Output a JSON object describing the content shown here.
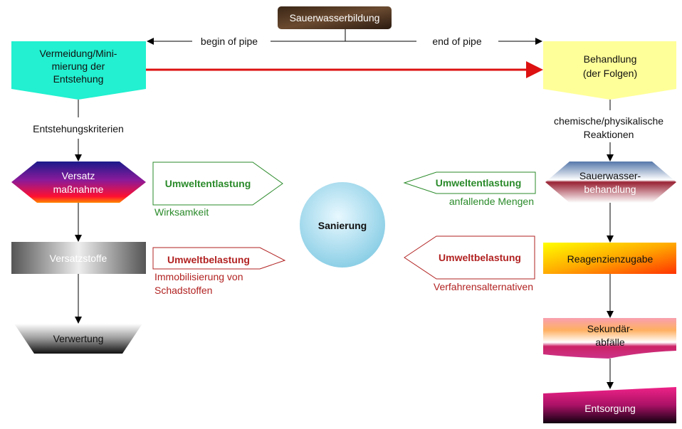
{
  "top": {
    "title": "Sauerwasserbildung",
    "begin": "begin of pipe",
    "end": "end of pipe"
  },
  "left": {
    "head": [
      "Vermeidung/Mini-",
      "mierung der",
      "Entstehung"
    ],
    "criteria": "Entstehungskriterien",
    "step1": [
      "Versatz",
      "maßnahme"
    ],
    "step2": "Versatzstoffe",
    "step3": "Verwertung"
  },
  "center": {
    "relief_left": "Umweltentlastung",
    "relief_left_sub": "Wirksamkeit",
    "burden_left": "Umweltbelastung",
    "burden_left_sub": [
      "Immobilisierung von",
      "Schadstoffen"
    ],
    "core": "Sanierung",
    "relief_right": "Umweltentlastung",
    "relief_right_sub": "anfallende Mengen",
    "burden_right": "Umweltbelastung",
    "burden_right_sub": "Verfahrensalternativen"
  },
  "right": {
    "head": [
      "Behandlung",
      "(der Folgen)"
    ],
    "reactions": [
      "chemische/physikalische",
      "Reaktionen"
    ],
    "step1": [
      "Sauerwasser-",
      "behandlung"
    ],
    "step2": "Reagenzienzugabe",
    "step3": [
      "Sekundär-",
      "abfälle"
    ],
    "step4": "Entsorgung"
  },
  "colors": {
    "cyan": "#22f0d0",
    "yellow": "#ffff99",
    "arrow_red": "#dd1111",
    "green": "#2a8a2a",
    "red": "#b22222"
  }
}
